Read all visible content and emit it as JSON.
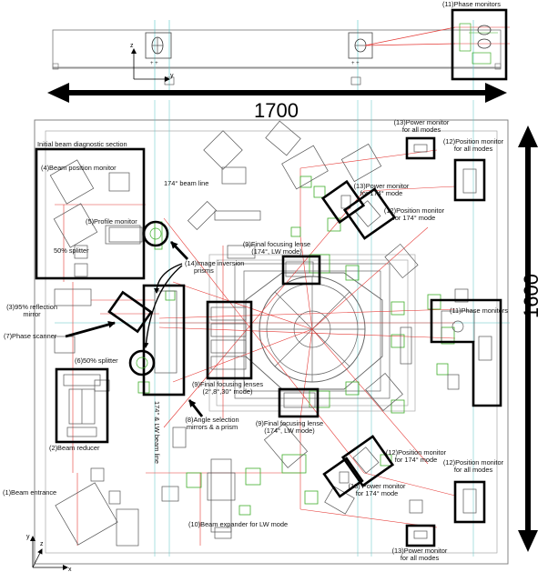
{
  "dimensions": {
    "width_label": "1700",
    "height_label": "1600"
  },
  "top_view": {
    "phase_monitors_label": "(11)Phase monitors",
    "axis_z": "z",
    "axis_y": "y"
  },
  "labels": {
    "initial_section": "Initial beam diagnostic section",
    "beam_position_monitor": "(4)Beam position monitor",
    "profile_monitor": "(5)Profile monitor",
    "splitter_50_top": "50% splitter",
    "beam_line_174": "174° beam line",
    "power_monitor_all_top_1": "(13)Power monitor",
    "power_monitor_all_top_2": "for all modes",
    "position_monitor_all_top_1": "(12)Position monitor",
    "position_monitor_all_top_2": "for all modes",
    "power_monitor_174_top_1": "(13)Power monitor",
    "power_monitor_174_top_2": "for 174° mode",
    "position_monitor_174_top_1": "(12)Position monitor",
    "position_monitor_174_top_2": "for 174° mode",
    "final_lense_174_top_1": "(9)Final focusing lense",
    "final_lense_174_top_2": "(174°, LW mode)",
    "image_inversion_1": "(14)Image inversion",
    "image_inversion_2": "prisms",
    "reflection_mirror_1": "(3)95% reflection",
    "reflection_mirror_2": "mirror",
    "phase_scanner": "(7)Phase scanner",
    "splitter_50_bottom": "(6)50% splitter",
    "phase_monitors_right": "(11)Phase monitors",
    "final_lenses_2_8_30_1": "(9)Final focusing lenses",
    "final_lenses_2_8_30_2": "(2°,8°,30° mode)",
    "angle_selection_1": "(8)Angle selection",
    "angle_selection_2": "mirrors & a prism",
    "final_lense_174_bottom_1": "(9)Final focusing lense",
    "final_lense_174_bottom_2": "(174°, LW mode)",
    "beam_line_174_lw": "174° & LW beam line",
    "beam_reducer": "(2)Beam reducer",
    "position_monitor_174_bottom_1": "(12)Position monitor",
    "position_monitor_174_bottom_2": "for 174° mode",
    "position_monitor_all_bottom_1": "(12)Position monitor",
    "position_monitor_all_bottom_2": "for all modes",
    "power_monitor_174_bottom_1": "(13) Power monitor",
    "power_monitor_174_bottom_2": "for 174° mode",
    "beam_entrance": "(1)Beam entrance",
    "beam_expander": "(10)Beam expander for LW mode",
    "power_monitor_all_bottom_1": "(13)Power monitor",
    "power_monitor_all_bottom_2": "for all modes",
    "axis_y": "y",
    "axis_z": "z",
    "axis_x": "x"
  },
  "colors": {
    "beam": "#e53935",
    "optics": "#3fae2a",
    "guide": "#58c5c5",
    "drawing": "#555555",
    "highlight": "#000000"
  }
}
